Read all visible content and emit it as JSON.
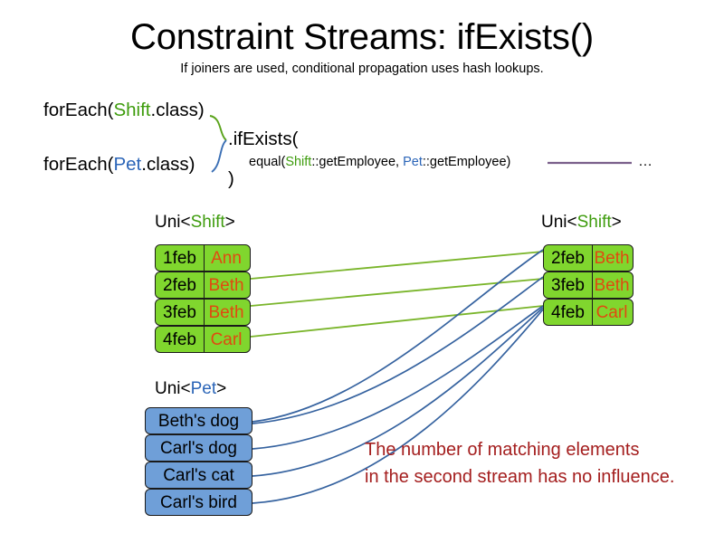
{
  "slide": {
    "title": "Constraint Streams: ifExists()",
    "subtitle": "If joiners are used, conditional propagation uses hash lookups."
  },
  "code": {
    "foreach_shift": {
      "prefix": "forEach(",
      "type": "Shift",
      "suffix": ".class)"
    },
    "foreach_pet": {
      "prefix": "forEach(",
      "type": "Pet",
      "suffix": ".class)"
    },
    "ifexists_open": ".ifExists(",
    "equal": {
      "prefix": "equal(",
      "left_type": "Shift",
      "left_ref": "::getEmployee, ",
      "right_type": "Pet",
      "right_ref": "::getEmployee)"
    },
    "close_paren": ")",
    "ellipsis": "…"
  },
  "streams": {
    "left_shift": {
      "label_prefix": "Uni<",
      "label_type": "Shift",
      "label_suffix": ">",
      "rows": [
        {
          "date": "1feb",
          "name": "Ann"
        },
        {
          "date": "2feb",
          "name": "Beth"
        },
        {
          "date": "3feb",
          "name": "Beth"
        },
        {
          "date": "4feb",
          "name": "Carl"
        }
      ]
    },
    "right_shift": {
      "label_prefix": "Uni<",
      "label_type": "Shift",
      "label_suffix": ">",
      "rows": [
        {
          "date": "2feb",
          "name": "Beth"
        },
        {
          "date": "3feb",
          "name": "Beth"
        },
        {
          "date": "4feb",
          "name": "Carl"
        }
      ]
    },
    "pet": {
      "label_prefix": "Uni<",
      "label_type": "Pet",
      "label_suffix": ">",
      "rows": [
        {
          "name": "Beth's dog"
        },
        {
          "name": "Carl's dog"
        },
        {
          "name": "Carl's cat"
        },
        {
          "name": "Carl's bird"
        }
      ]
    }
  },
  "annotation": {
    "line1": "The number of matching elements",
    "line2": "in the second stream has no influence."
  },
  "colors": {
    "shift_green": "#80d62e",
    "pet_blue": "#6f9fd8",
    "shift_keyword": "#3e9c0d",
    "pet_keyword": "#2b65b8",
    "name_orange": "#e04a10",
    "annotation_red": "#a41e1e",
    "green_wire": "#7ab52b",
    "blue_wire": "#35629f",
    "tail_line": "#7a5f8a",
    "box_border": "#1a1a1a"
  }
}
